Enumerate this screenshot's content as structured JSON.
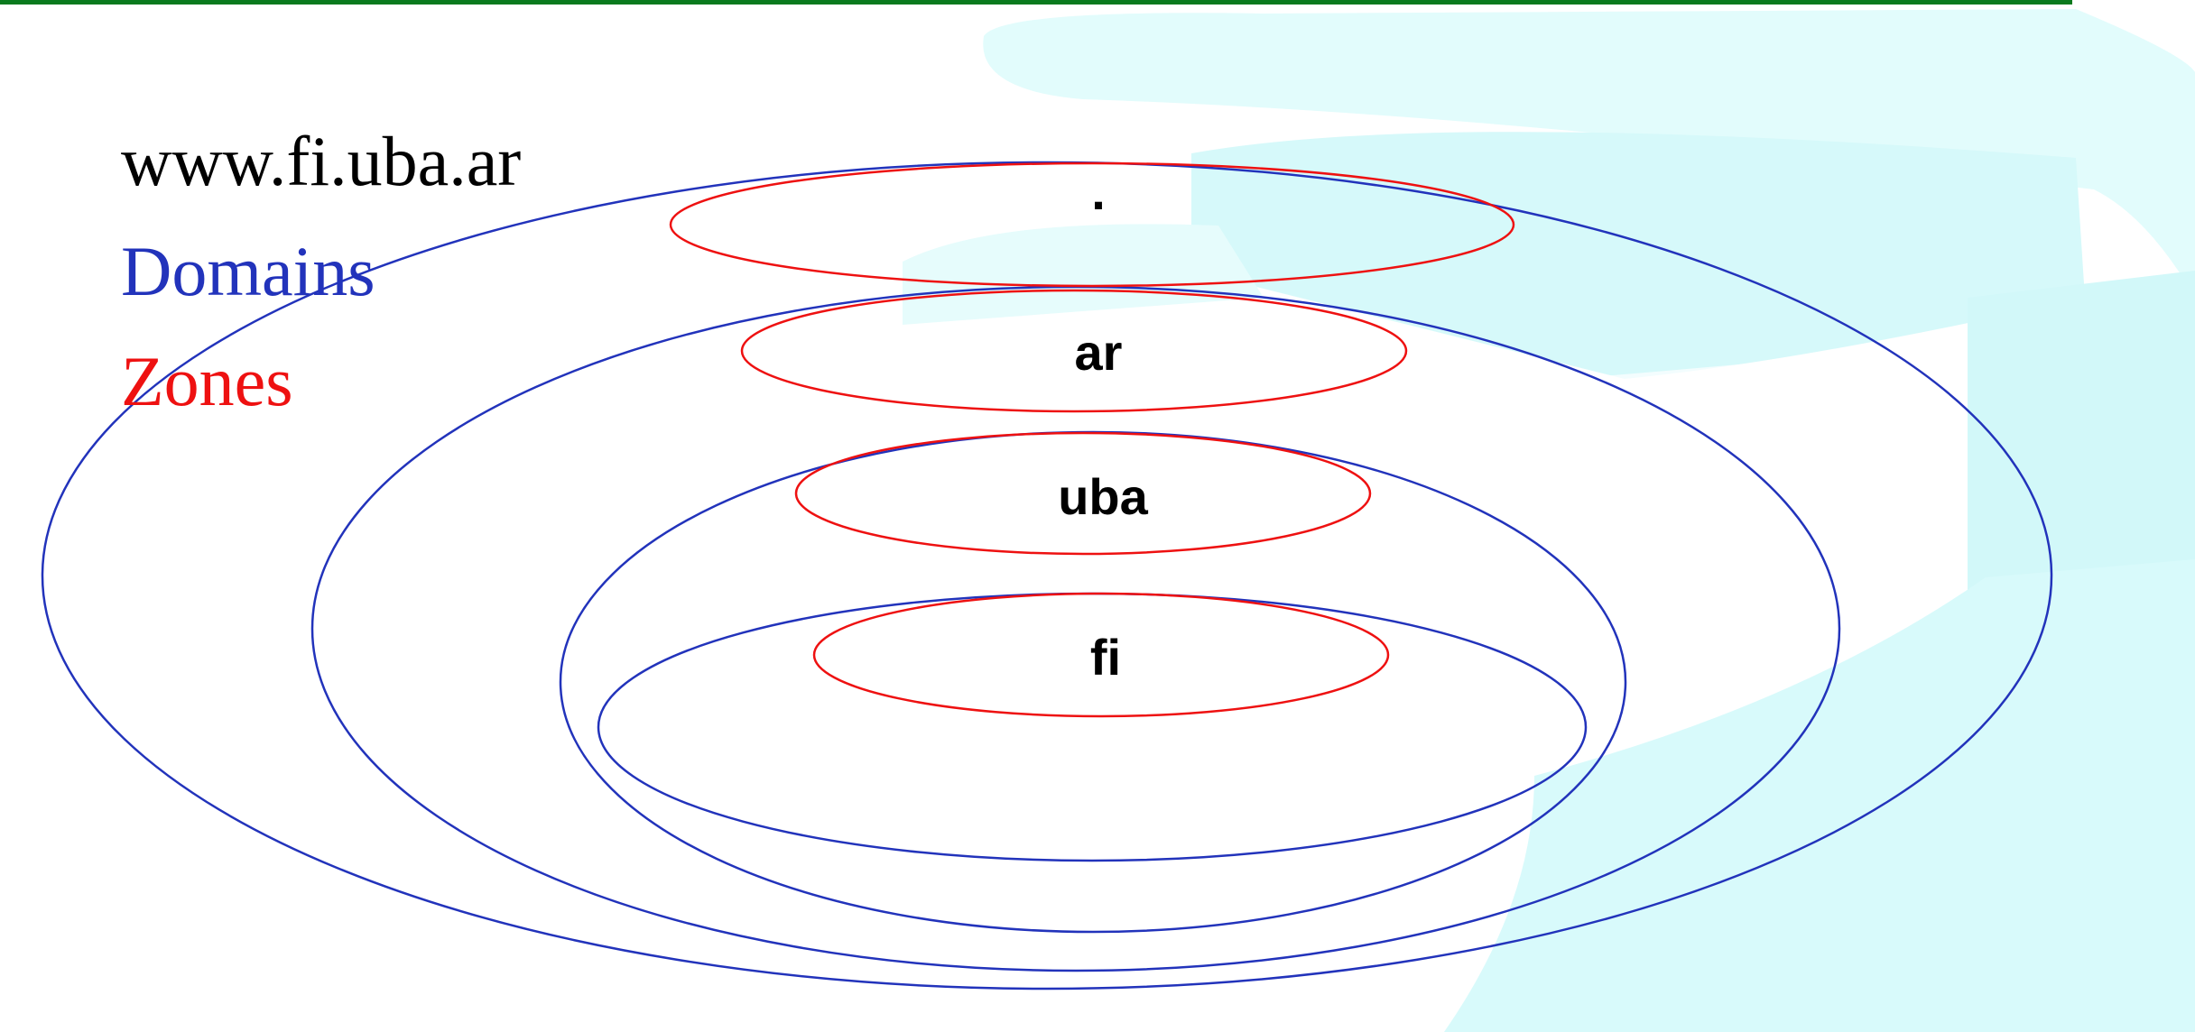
{
  "colors": {
    "domain": "#2233bb",
    "zone": "#ee1111",
    "hostname_text": "#000000",
    "top_rule": "#0a7a1e",
    "background_swoosh": "#d8fafb"
  },
  "legend": {
    "hostname": "www.fi.uba.ar",
    "domains_label": "Domains",
    "zones_label": "Zones"
  },
  "nodes": {
    "root": ".",
    "ar": "ar",
    "uba": "uba",
    "fi": "fi"
  }
}
